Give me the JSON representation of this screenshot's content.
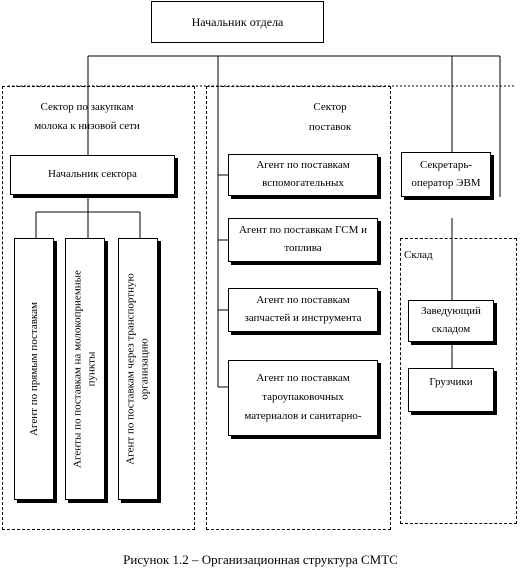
{
  "head": {
    "label": "Начальник отдела"
  },
  "procurement": {
    "title_line1": "Сектор по закупкам",
    "title_line2": "молока к низовой сети",
    "chief": "Начальник сектора",
    "agents": [
      {
        "label": "Агент по прямым поставкам"
      },
      {
        "label_line1": "Агенты по поставкам на молокоприемные",
        "label_line2": "пункты"
      },
      {
        "label_line1": "Агент по поставкам через транспортную",
        "label_line2": "организацию"
      }
    ]
  },
  "supply": {
    "title_line1": "Сектор",
    "title_line2": "поставок",
    "agents": [
      {
        "line1": "Агент по поставкам",
        "line2": "вспомогательных"
      },
      {
        "line1": "Агент по поставкам ГСМ и",
        "line2": "топлива"
      },
      {
        "line1": "Агент по поставкам",
        "line2": "запчастей и инструмента"
      },
      {
        "line1": "Агент по поставкам",
        "line2": "тароупаковочных",
        "line3": "материалов и санитарно-"
      }
    ]
  },
  "secretary": {
    "line1": "Секретарь-",
    "line2": "оператор ЭВМ"
  },
  "warehouse": {
    "title": "Склад",
    "manager_line1": "Заведующий",
    "manager_line2": "складом",
    "loaders": "Грузчики"
  },
  "caption": "Рисунок 1.2 – Организационная структура СМТС"
}
